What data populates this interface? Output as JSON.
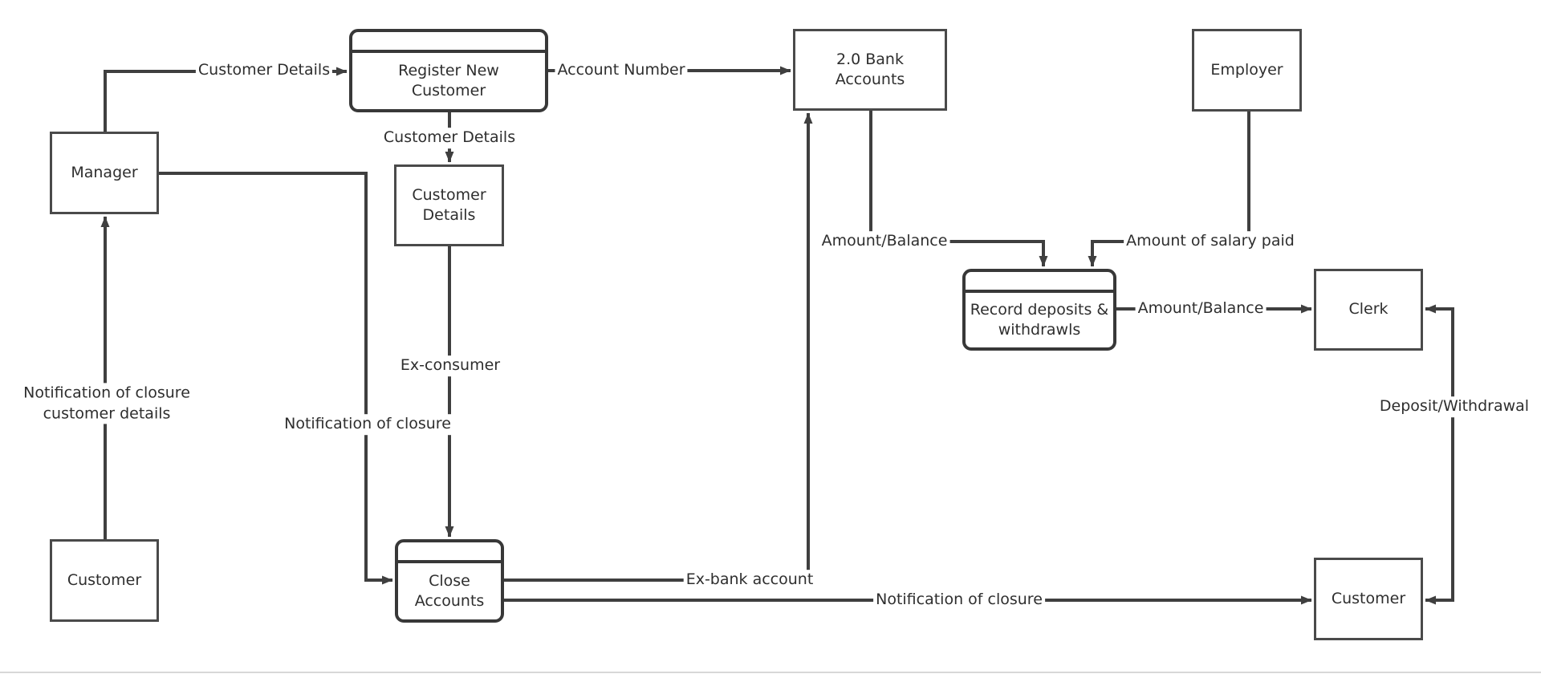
{
  "nodes": {
    "manager": "Manager",
    "customer_left": "Customer",
    "register_new_customer": "Register New\nCustomer",
    "customer_details_store": "Customer\nDetails",
    "close_accounts": "Close\nAccounts",
    "bank_accounts": "2.0 Bank\nAccounts",
    "employer": "Employer",
    "record_deposits": "Record deposits &\nwithdrawls",
    "clerk": "Clerk",
    "customer_right": "Customer"
  },
  "flows": {
    "customer_details_top": "Customer Details",
    "account_number": "Account Number",
    "customer_details_mid": "Customer Details",
    "ex_consumer": "Ex-consumer",
    "notification_of_closure_mid": "Notification of closure",
    "notification_of_closure_customer_details": "Notification of closure\ncustomer details",
    "amount_balance_left": "Amount/Balance",
    "amount_of_salary_paid": "Amount of salary paid",
    "amount_balance_right": "Amount/Balance",
    "deposit_withdrawal": "Deposit/Withdrawal",
    "ex_bank_account": "Ex-bank account",
    "notification_of_closure_bottom": "Notification of closure"
  },
  "colors": {
    "flow_stroke": "#3f3f3f",
    "entity_border": "#4a4a4a",
    "process_border": "#383838",
    "text": "#2e2e2e",
    "background": "#ffffff",
    "bottom_divider": "#d8d8d8"
  }
}
